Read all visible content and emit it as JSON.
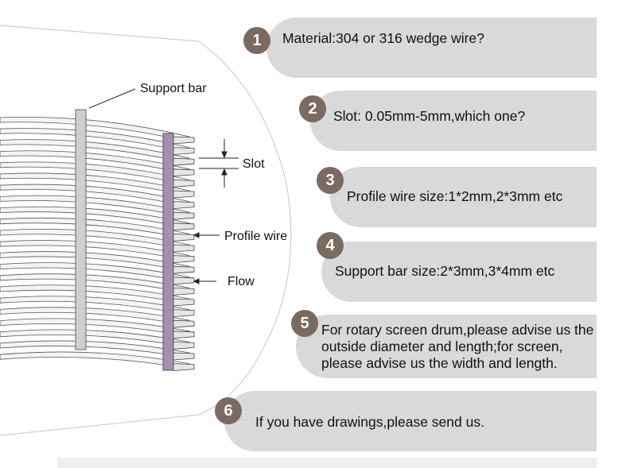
{
  "diagram": {
    "labels": {
      "support_bar": "Support bar",
      "slot": "Slot",
      "profile_wire": "Profile wire",
      "flow": "Flow"
    },
    "colors": {
      "outline": "#c8c8c8",
      "wire_fill": "#f2f2f2",
      "wire_edge": "#555555",
      "support_bar": "#c9c9c9",
      "purple_bar": "#a58fb0"
    }
  },
  "steps": [
    {
      "number": "1",
      "text": "Material:304 or 316 wedge wire?"
    },
    {
      "number": "2",
      "text": "Slot: 0.05mm-5mm,which one?"
    },
    {
      "number": "3",
      "text": "Profile wire size:1*2mm,2*3mm etc"
    },
    {
      "number": "4",
      "text": "Support bar size:2*3mm,3*4mm etc"
    },
    {
      "number": "5",
      "text": "For rotary screen drum,please advise us the outside diameter and length;for screen, please advise us the width and length."
    },
    {
      "number": "6",
      "text": "If you have drawings,please send us."
    }
  ],
  "colors": {
    "pill_background": "#d9d9d9",
    "badge_background": "#7a6a60",
    "badge_text": "#ffffff"
  }
}
